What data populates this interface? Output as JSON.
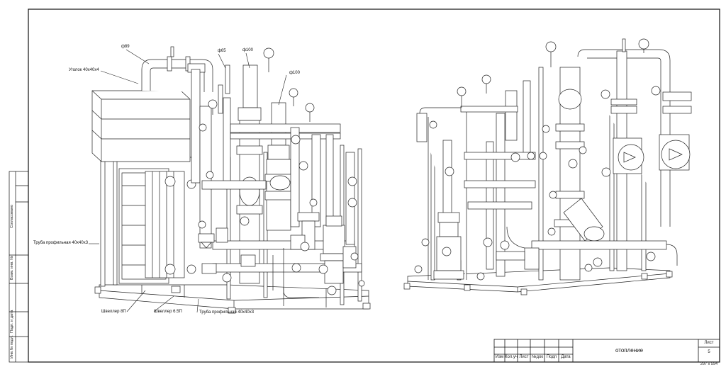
{
  "labels": {
    "d89": "ф89",
    "d65": "ф65",
    "d100a": "ф100",
    "d100b": "ф100",
    "angle": "Уголок 40х40х4",
    "pipe_left": "Труба профильная 40х40х3",
    "channel8": "Швеллер 8П",
    "channel65": "Швеллер 6.5П",
    "pipe_bottom": "Труба профильная 40х40х3"
  },
  "side_stamp": [
    "Инв.№ подл.",
    "Подп. и дата",
    "Взам. инв. №",
    "Согласовано"
  ],
  "title_block": {
    "columns": [
      "Изм",
      "Кол.уч",
      "Лист",
      "№док",
      "Подп",
      "Дата"
    ],
    "title": "отопление",
    "sheet_label": "Лист",
    "sheet_number": "5",
    "format": "297 x 594"
  }
}
